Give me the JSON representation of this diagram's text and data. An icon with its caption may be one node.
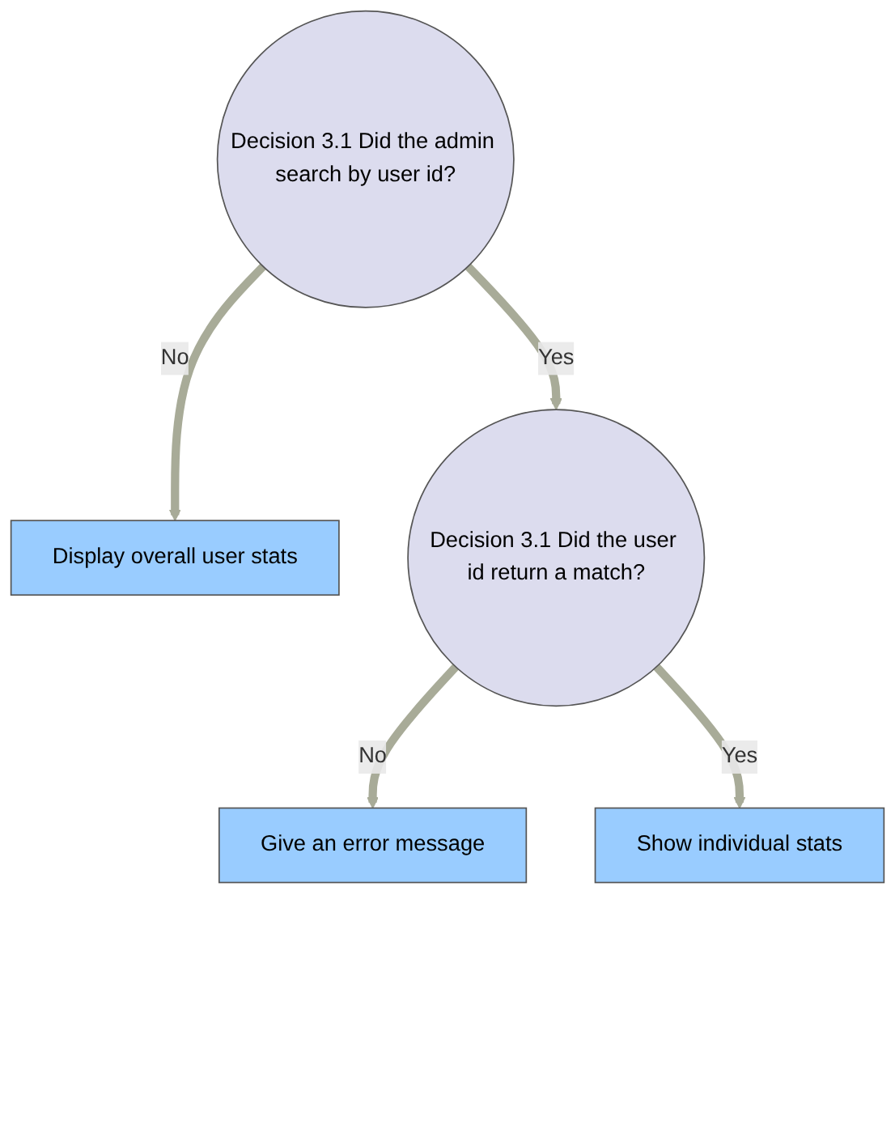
{
  "diagram": {
    "nodes": [
      {
        "text": [
          "Decision 3.1 Did the admin search by user id?"
        ]
      },
      {
        "text": [
          "Display overall user stats"
        ]
      },
      {
        "text": [
          "Decision 3.1 Did the user id return a match?"
        ]
      },
      {
        "text": [
          "Give an error message"
        ]
      },
      {
        "text": [
          "Show individual stats"
        ]
      }
    ],
    "edges": [
      {
        "from": 0,
        "to": 1,
        "arrow": "to",
        "label": "No"
      },
      {
        "from": 0,
        "to": 2,
        "arrow": "to",
        "label": "Yes"
      },
      {
        "from": 2,
        "to": 3,
        "arrow": "to",
        "label": "No"
      },
      {
        "from": 2,
        "to": 4,
        "arrow": "to",
        "label": "Yes"
      }
    ]
  }
}
